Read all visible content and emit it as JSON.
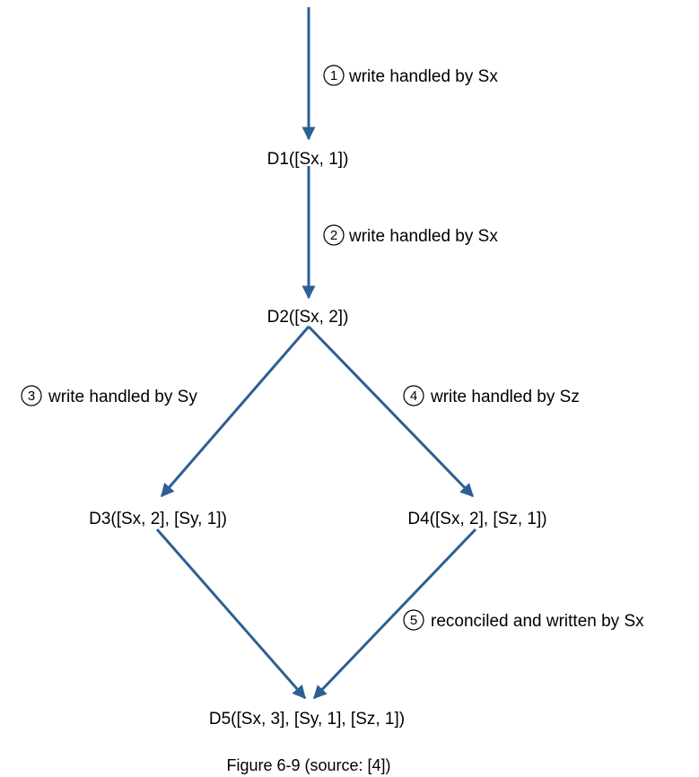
{
  "nodes": {
    "d1": "D1([Sx, 1])",
    "d2": "D2([Sx, 2])",
    "d3": "D3([Sx, 2], [Sy, 1])",
    "d4": "D4([Sx, 2], [Sz, 1])",
    "d5": "D5([Sx, 3], [Sy, 1],  [Sz, 1])"
  },
  "steps": [
    {
      "num": "1",
      "label": "write handled by Sx"
    },
    {
      "num": "2",
      "label": "write handled by Sx"
    },
    {
      "num": "3",
      "label": "write handled by Sy"
    },
    {
      "num": "4",
      "label": "write handled by Sz"
    },
    {
      "num": "5",
      "label": "reconciled and written by Sx"
    }
  ],
  "caption": "Figure 6-9 (source: [4])",
  "colors": {
    "arrow": "#2e5f94",
    "text": "#000000"
  }
}
